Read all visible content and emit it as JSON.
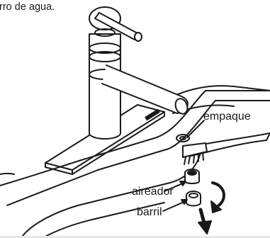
{
  "caption": "rro de agua.",
  "labels": {
    "empaque": "empaque",
    "aireador": "aireador",
    "barril": "barril"
  },
  "colors": {
    "line": "#1a1a1a",
    "fill": "#ffffff",
    "accent_gray": "#999999"
  }
}
